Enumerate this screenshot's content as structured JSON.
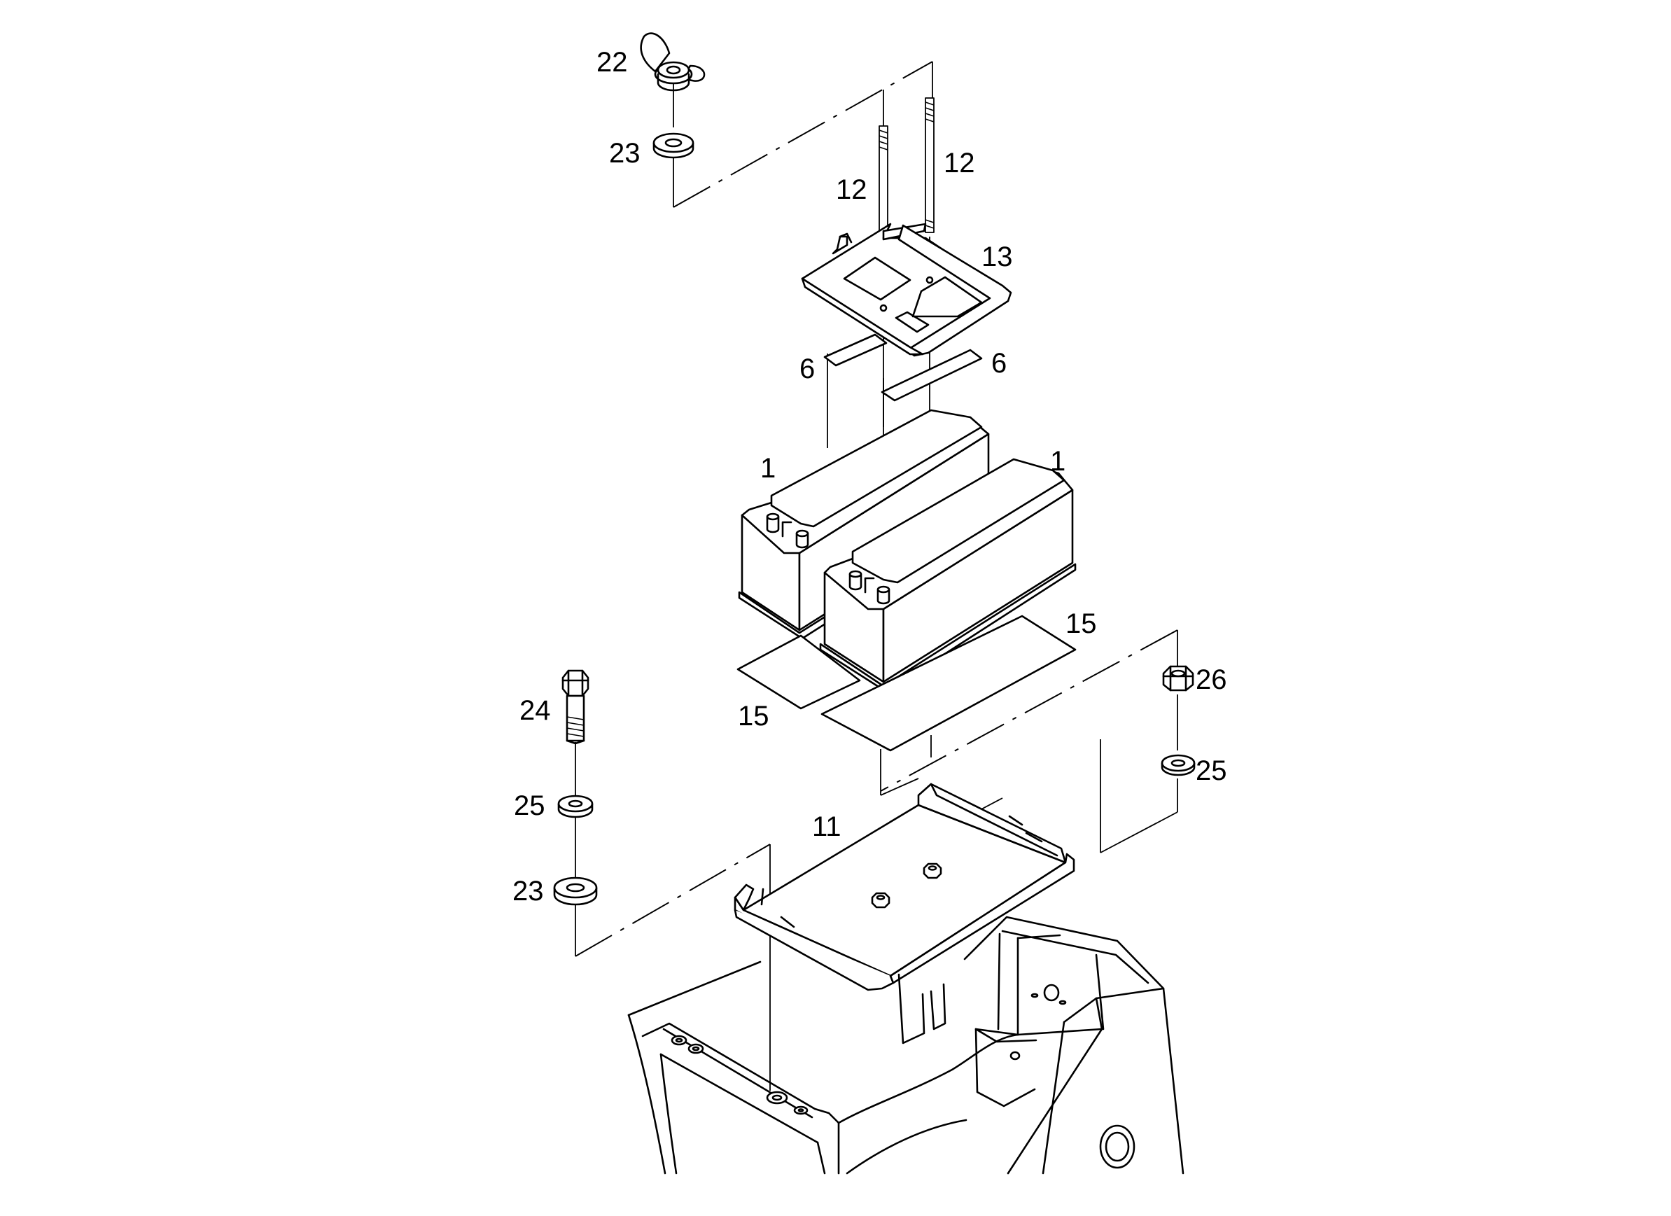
{
  "diagram": {
    "callouts": [
      {
        "id": "wing-nut",
        "text": "22"
      },
      {
        "id": "washer-top",
        "text": "23"
      },
      {
        "id": "stud-right",
        "text": "12"
      },
      {
        "id": "stud-left",
        "text": "12"
      },
      {
        "id": "hold-down-frame",
        "text": "13"
      },
      {
        "id": "pad-left",
        "text": "6"
      },
      {
        "id": "pad-right",
        "text": "6"
      },
      {
        "id": "battery-rear",
        "text": "1"
      },
      {
        "id": "battery-front",
        "text": "1"
      },
      {
        "id": "mat-right",
        "text": "15"
      },
      {
        "id": "mat-left",
        "text": "15"
      },
      {
        "id": "nut-right",
        "text": "26"
      },
      {
        "id": "bolt",
        "text": "24"
      },
      {
        "id": "washer-right",
        "text": "25"
      },
      {
        "id": "washer-left",
        "text": "25"
      },
      {
        "id": "tray",
        "text": "11"
      },
      {
        "id": "washer-bottom",
        "text": "23"
      }
    ]
  }
}
